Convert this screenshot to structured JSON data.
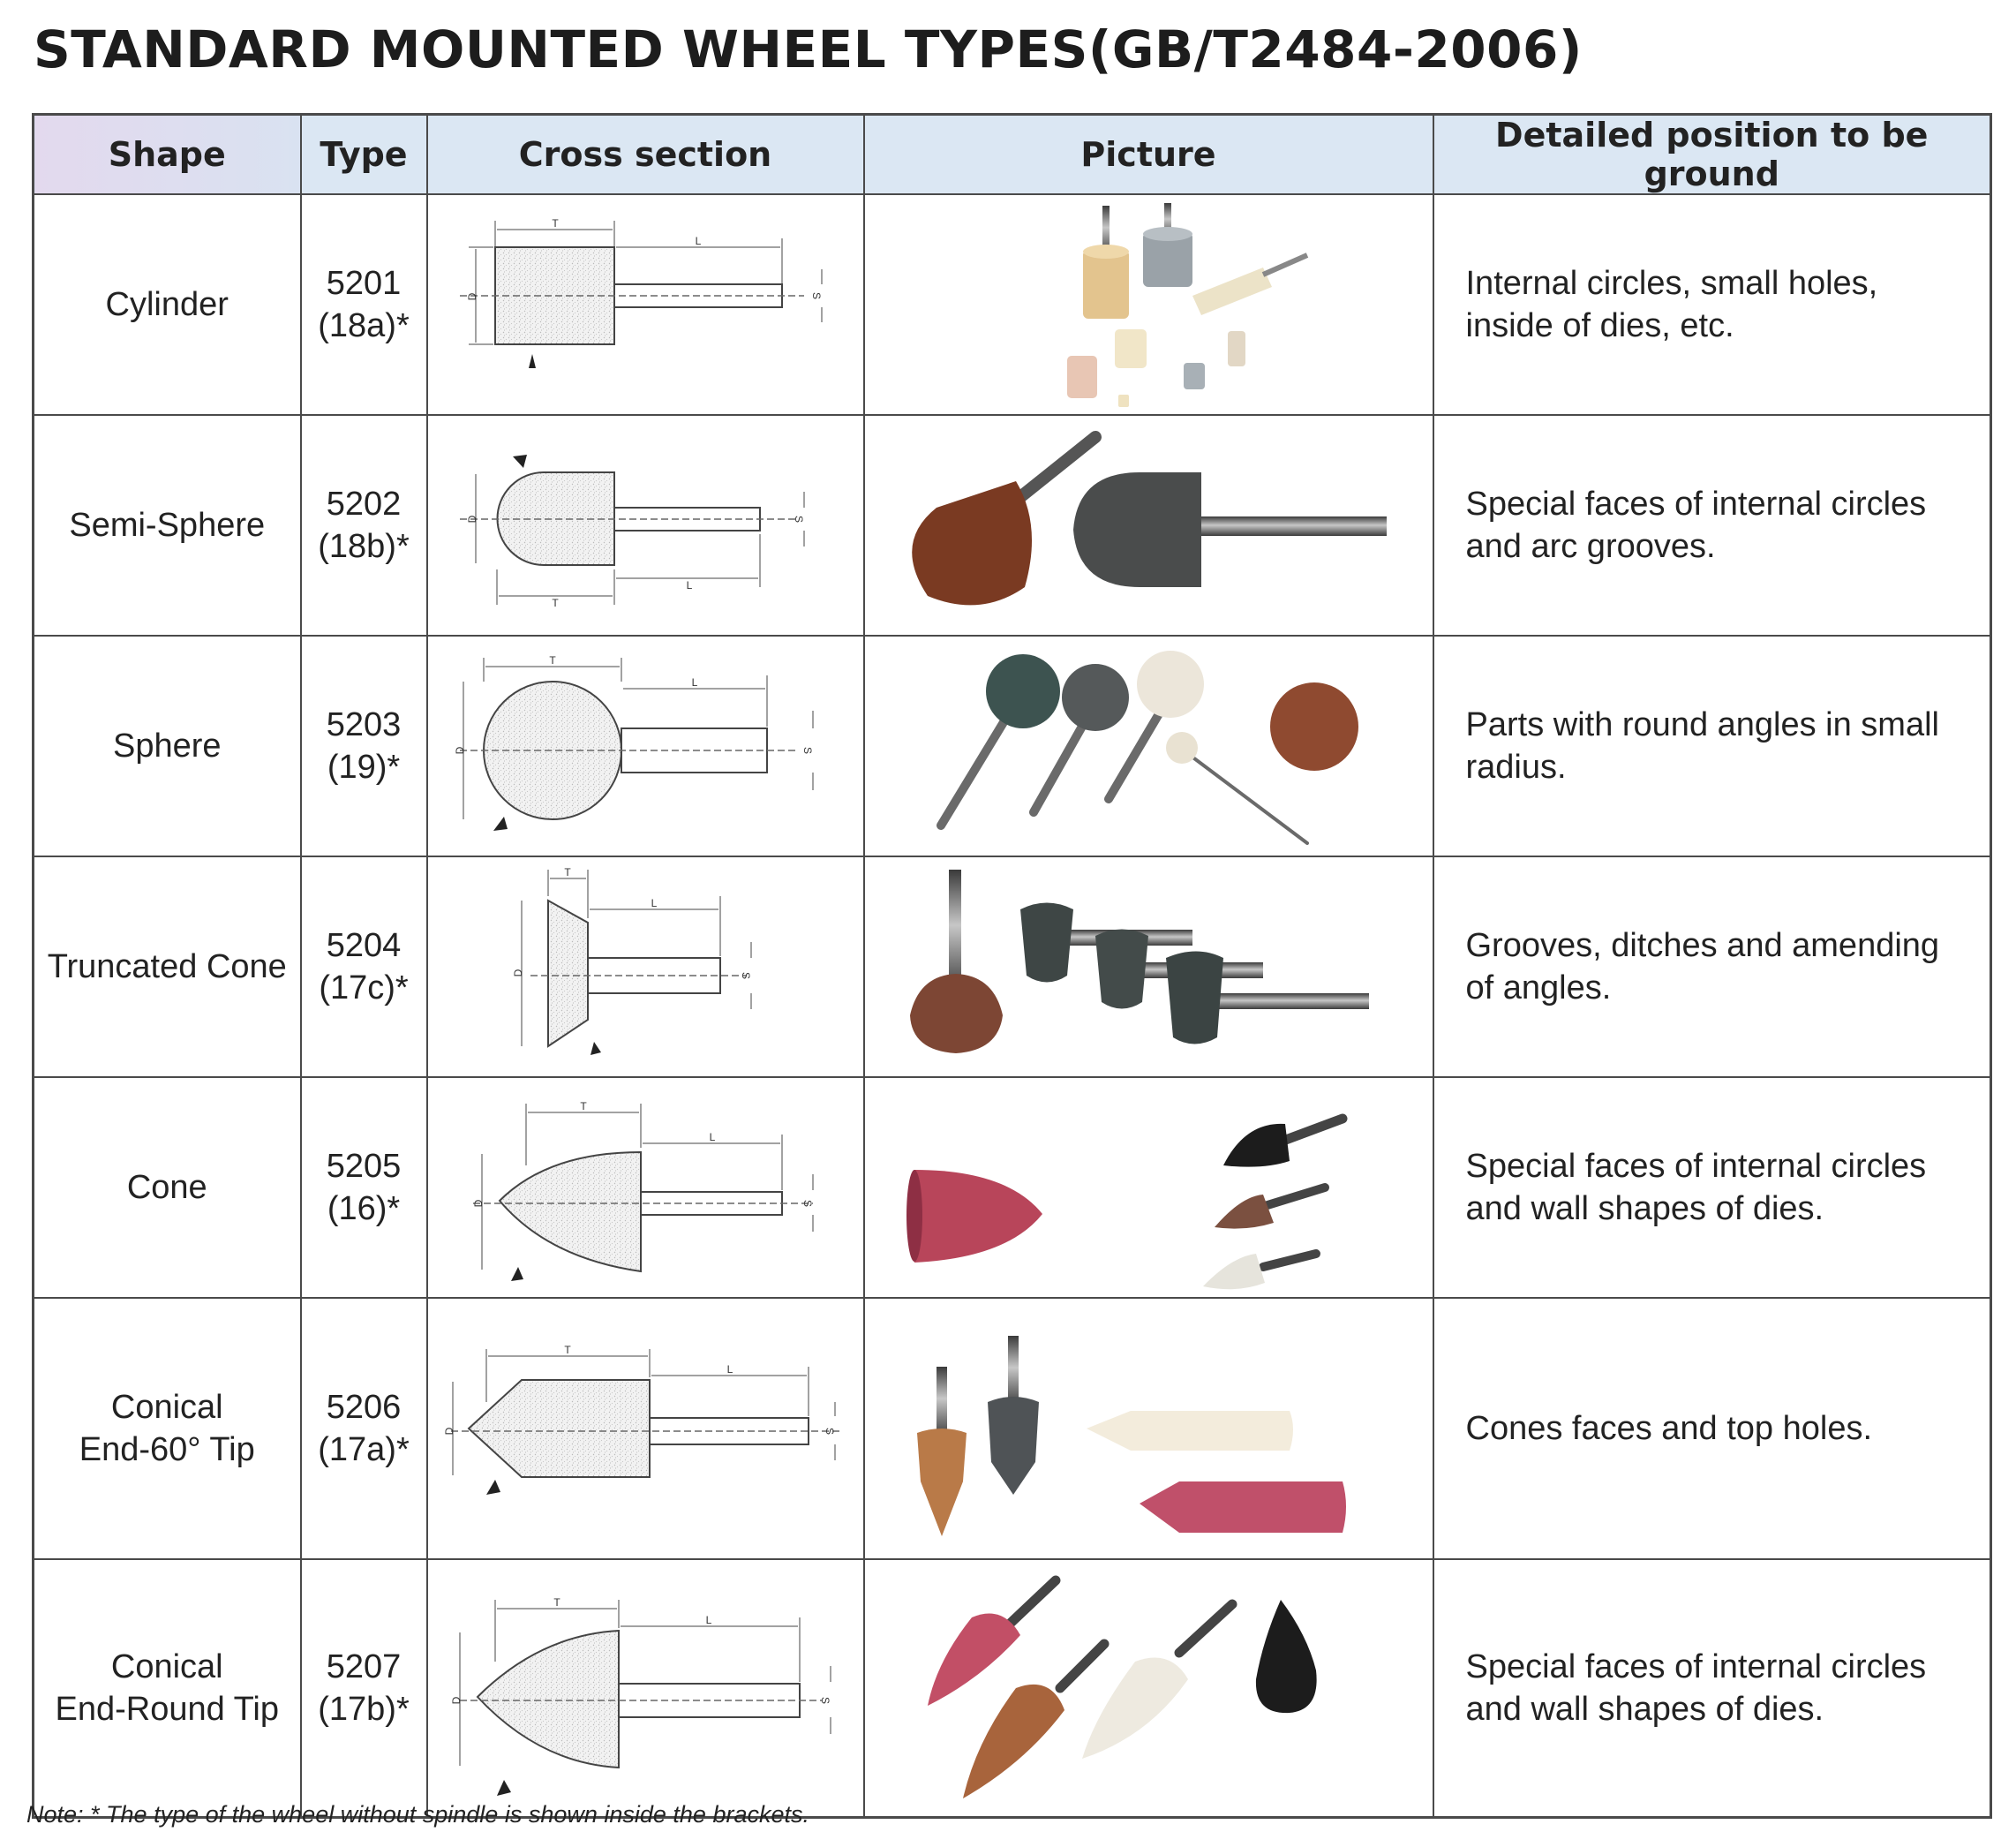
{
  "title": "STANDARD MOUNTED WHEEL TYPES(GB/T2484-2006)",
  "headers": {
    "shape": "Shape",
    "type": "Type",
    "cross_section": "Cross section",
    "picture": "Picture",
    "detail": "Detailed position to be ground"
  },
  "dimension_labels": {
    "t": "T",
    "l": "L",
    "d": "D",
    "s": "S"
  },
  "rows": [
    {
      "shape": "Cylinder",
      "type": "5201\n(18a)*",
      "detail": "Internal circles, small holes, inside of dies, etc."
    },
    {
      "shape": "Semi-Sphere",
      "type": "5202\n(18b)*",
      "detail": "Special faces of internal circles and arc grooves."
    },
    {
      "shape": "Sphere",
      "type": "5203\n(19)*",
      "detail": "Parts with round angles in small radius."
    },
    {
      "shape": "Truncated Cone",
      "type": "5204\n(17c)*",
      "detail": "Grooves, ditches and amending of angles."
    },
    {
      "shape": "Cone",
      "type": "5205\n(16)*",
      "detail": "Special faces of internal circles and wall shapes of dies."
    },
    {
      "shape": "Conical\nEnd-60° Tip",
      "type": "5206\n(17a)*",
      "detail": "Cones faces and top holes."
    },
    {
      "shape": "Conical\nEnd-Round Tip",
      "type": "5207\n(17b)*",
      "detail": "Special faces of internal circles and wall shapes of dies."
    }
  ],
  "note": "Note: * The type of the wheel without spindle is shown inside the brackets.",
  "colors": {
    "header_blue": "#dbe7f3",
    "header_lavender": "#e3d9ee",
    "rule": "#4a4a4a",
    "wheel_tan": "#c98a4a",
    "wheel_brown": "#7a3a22",
    "wheel_grey": "#5a5e5e",
    "wheel_pink": "#b8455a",
    "wheel_white": "#ece6da",
    "wheel_black": "#1c1c1c"
  }
}
